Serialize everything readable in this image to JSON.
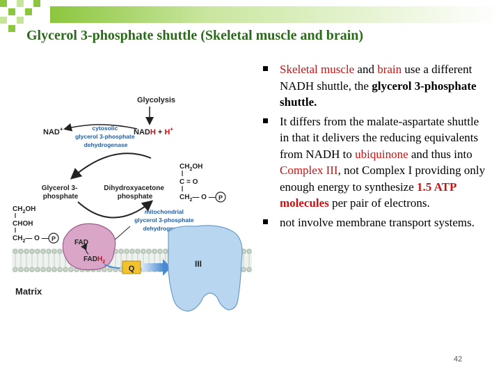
{
  "slide": {
    "title": "Glycerol 3-phosphate shuttle (Skeletal muscle and brain)",
    "page_number": "42"
  },
  "bullets": {
    "b1": {
      "t1": "Skeletal muscle",
      "t2": " and ",
      "t3": "brain",
      "t4": " use a different NADH shuttle, the ",
      "t5": "glycerol 3-phosphate shuttle."
    },
    "b2": {
      "t1": "It differs from the malate-aspartate shuttle in that it delivers the reducing equivalents from NADH to ",
      "t2": "ubiquinone",
      "t3": " and thus into ",
      "t4": "Complex III",
      "t5": ", not Complex I providing only enough energy to synthesize ",
      "t6": "1.5 ATP molecules",
      "t7": " per pair of electrons."
    },
    "b3": {
      "t1": "not involve membrane transport systems."
    }
  },
  "diagram": {
    "glycolysis": "Glycolysis",
    "nad": "NAD",
    "nad_sup": "+",
    "nadh_n": "NAD",
    "nadh_h": "H",
    "plus": " + ",
    "h_plus": "H",
    "h_sup": "+",
    "cyto_enzyme": [
      "cytosolic",
      "glycerol 3-phosphate",
      "dehydrogenase"
    ],
    "glycerol_label": [
      "Glycerol 3-",
      "phosphate"
    ],
    "dhap_label": [
      "Dihydroxyacetone",
      "phosphate"
    ],
    "dhap_struct": {
      "line1": "CH",
      "line1_sub": "2",
      "line1_end": "OH",
      "line2": "C = O",
      "line3": "CH",
      "line3_sub": "2",
      "line3_end": "— O —",
      "p": "P"
    },
    "g3p_struct": {
      "line1": "CH",
      "line1_sub": "2",
      "line1_end": "OH",
      "line2": "CHOH",
      "line3": "CH",
      "line3_sub": "2",
      "line3_end": "— O —",
      "p": "P"
    },
    "mito_enzyme": [
      "mitochondrial",
      "glycerol 3-phosphate",
      "dehydrogenase"
    ],
    "fad": "FAD",
    "fadh2": "FAD",
    "fadh2_h": "H",
    "fadh2_sub": "2",
    "q": "Q",
    "complex": "III",
    "matrix": "Matrix"
  },
  "colors": {
    "title": "#2a6a1a",
    "accent_green": "#8cc63f",
    "highlight_red": "#cc1111",
    "enzyme_blue": "#1e5fa8",
    "complex_blue": "#b9d6f0",
    "enzyme_purple": "#d9a6c8",
    "q_yellow": "#f2c230"
  }
}
